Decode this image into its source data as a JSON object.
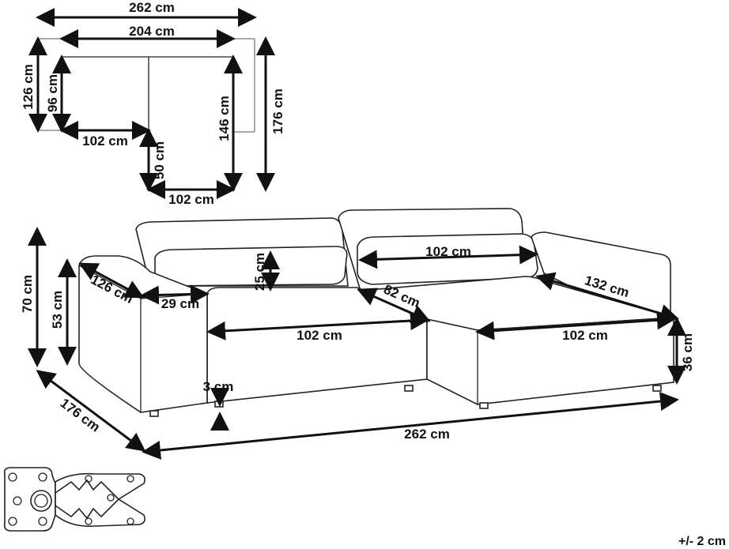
{
  "top_view": {
    "overall_width": "262 cm",
    "inner_width": "204 cm",
    "left_height": "126 cm",
    "left_inner_height": "96 cm",
    "right_inner_height": "146 cm",
    "right_height": "176 cm",
    "bottom_left_width": "102 cm",
    "step_height": "50 cm",
    "bottom_right_width": "102 cm"
  },
  "sofa_view": {
    "total_height": "70 cm",
    "arm_height": "53 cm",
    "arm_depth": "126 cm",
    "arm_width": "29 cm",
    "back_cushion_height": "25 cm",
    "back_width": "102 cm",
    "seat_depth": "82 cm",
    "chaise_length": "132 cm",
    "seat_width_left": "102 cm",
    "seat_width_right": "102 cm",
    "seat_height": "36 cm",
    "leg_height": "3 cm",
    "depth": "176 cm",
    "total_width": "262 cm"
  },
  "tolerance": "+/- 2 cm"
}
